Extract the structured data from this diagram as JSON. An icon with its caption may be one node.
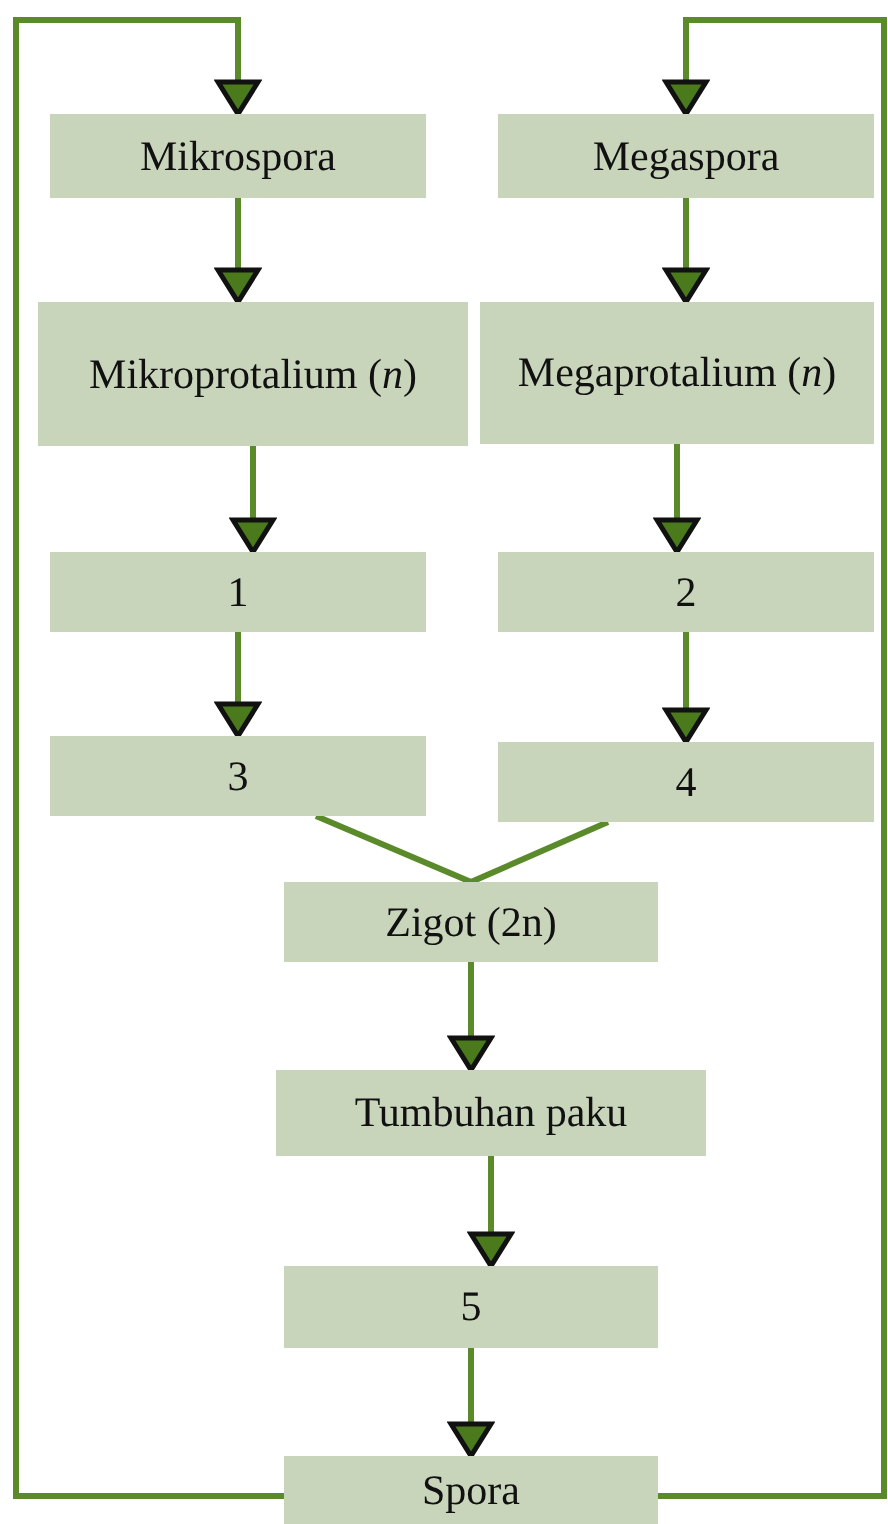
{
  "diagram": {
    "nodes": [
      {
        "text": [
          "Mikrospora"
        ]
      },
      {
        "text": [
          "Megaspora"
        ]
      },
      {
        "text": [
          "Mikroprotalium (*n*)"
        ]
      },
      {
        "text": [
          "Megaprotalium (*n*)"
        ]
      },
      {
        "text": [
          "1"
        ]
      },
      {
        "text": [
          "2"
        ]
      },
      {
        "text": [
          "3"
        ]
      },
      {
        "text": [
          "4"
        ]
      },
      {
        "text": [
          "Zigot (2n)"
        ]
      },
      {
        "text": [
          "Tumbuhan paku"
        ]
      },
      {
        "text": [
          "5"
        ]
      },
      {
        "text": [
          "Spora"
        ]
      }
    ],
    "edges": [
      {
        "from": 11,
        "to": 0,
        "arrow": "to"
      },
      {
        "from": 11,
        "to": 1,
        "arrow": "to"
      },
      {
        "from": 0,
        "to": 2,
        "arrow": "to"
      },
      {
        "from": 1,
        "to": 3,
        "arrow": "to"
      },
      {
        "from": 2,
        "to": 4,
        "arrow": "to"
      },
      {
        "from": 3,
        "to": 5,
        "arrow": "to"
      },
      {
        "from": 4,
        "to": 6,
        "arrow": "to"
      },
      {
        "from": 5,
        "to": 7,
        "arrow": "to"
      },
      {
        "from": 6,
        "to": 8,
        "arrow": "none"
      },
      {
        "from": 7,
        "to": 8,
        "arrow": "none"
      },
      {
        "from": 8,
        "to": 9,
        "arrow": "to"
      },
      {
        "from": 9,
        "to": 10,
        "arrow": "to"
      },
      {
        "from": 10,
        "to": 11,
        "arrow": "to"
      }
    ]
  }
}
